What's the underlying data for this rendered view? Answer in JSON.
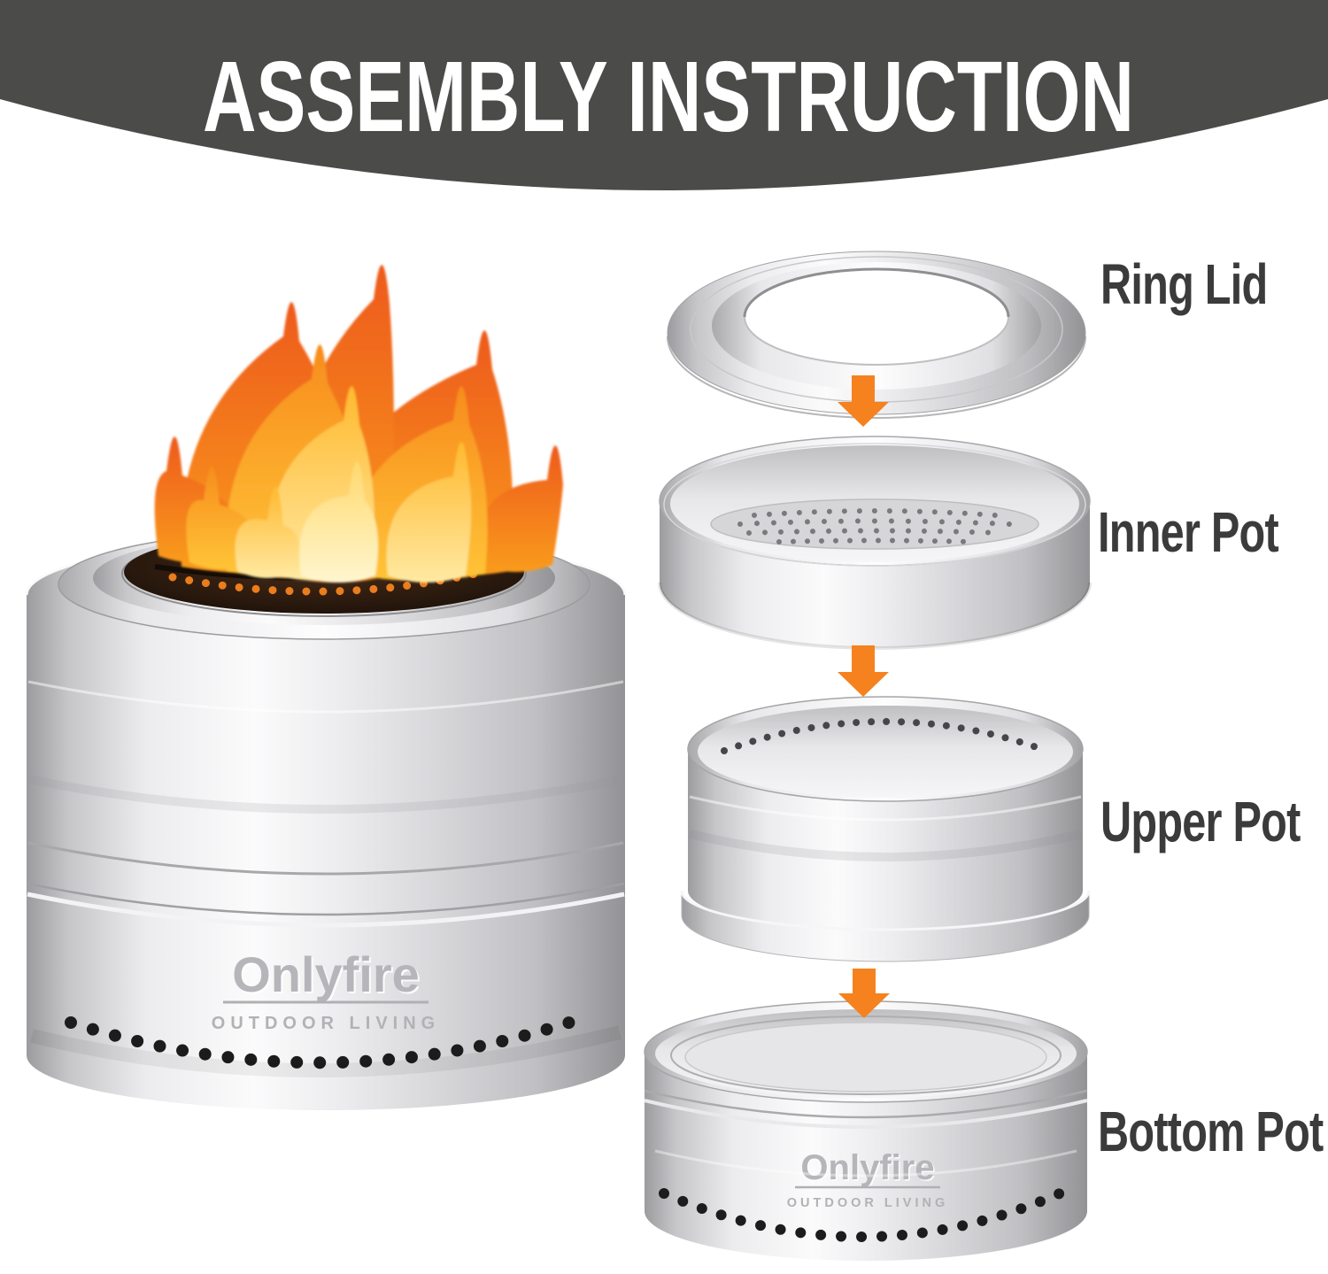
{
  "header": {
    "title": "ASSEMBLY INSTRUCTION"
  },
  "brand": {
    "name": "Onlyfire",
    "tagline": "OUTDOOR LIVING"
  },
  "parts": [
    {
      "id": "ring-lid",
      "label": "Ring Lid"
    },
    {
      "id": "inner-pot",
      "label": "Inner Pot"
    },
    {
      "id": "upper-pot",
      "label": "Upper Pot"
    },
    {
      "id": "bottom-pot",
      "label": "Bottom Pot"
    }
  ],
  "arrows": {
    "count": 3,
    "direction": "down",
    "color": "#f5821f"
  },
  "colors": {
    "banner": "#4b4b4a",
    "title_text": "#ffffff",
    "label_text": "#3b3b3b",
    "background": "#ffffff",
    "steel_light": "#fbfbfc",
    "steel_dark": "#97979a",
    "flame_orange": "#f4791f",
    "flame_yellow": "#ffd24a",
    "vent_hole": "#1c1c1c"
  }
}
